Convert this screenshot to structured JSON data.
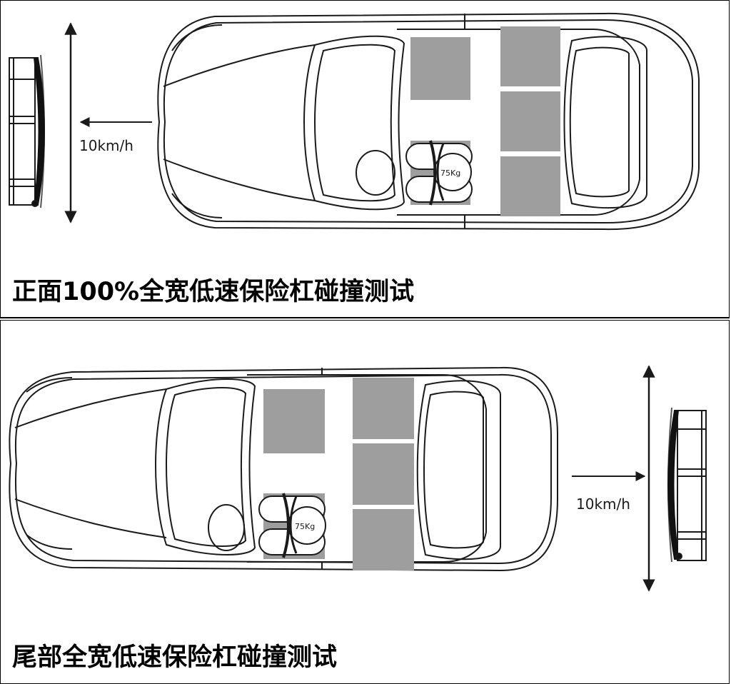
{
  "tests": {
    "front": {
      "caption": "正面100%全宽低速保险杠碰撞测试",
      "speed_label": "10km/h",
      "weight_label": "75Kg"
    },
    "rear": {
      "caption": "尾部全宽低速保险杠碰撞测试",
      "speed_label": "10km/h",
      "weight_label": "75Kg"
    }
  },
  "colors": {
    "outline": "#1a1a1a",
    "seat_fill": "#9e9e9e",
    "barrier_bumper": "#111111",
    "background": "#ffffff"
  },
  "icons": [
    "car-top-view-icon",
    "barrier-icon",
    "double-arrow-icon",
    "motion-arrow-icon",
    "ballast-weight-icon",
    "seat-icon"
  ]
}
